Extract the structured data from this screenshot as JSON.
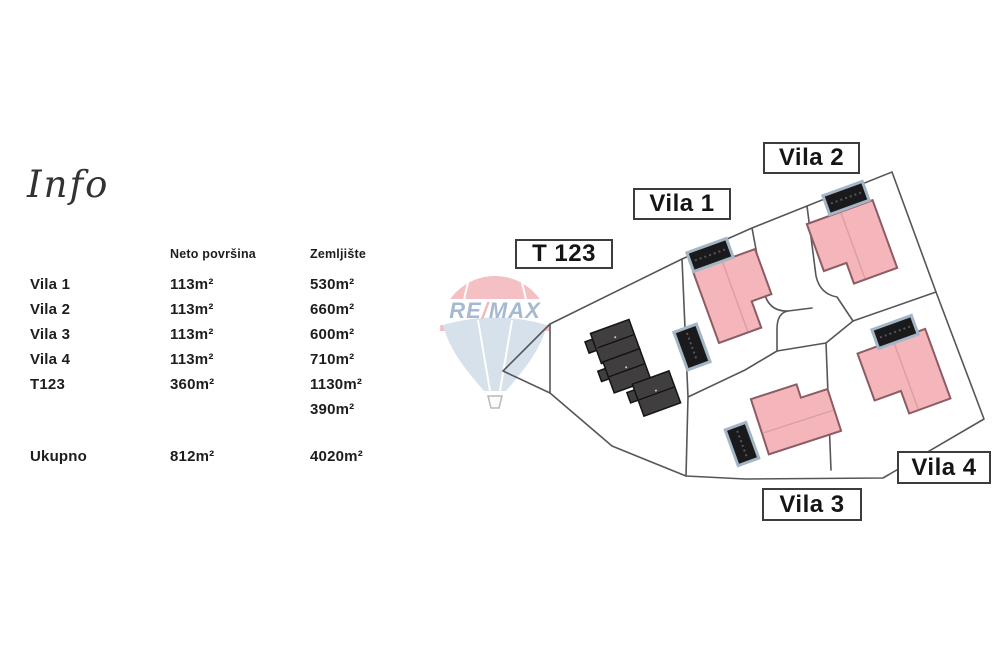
{
  "info": {
    "title": "Info",
    "columns": {
      "neto": "Neto površina",
      "zemljiste": "Zemljište"
    },
    "rows": [
      {
        "name": "Vila 1",
        "neto": "113m²",
        "zemljiste": "530m²"
      },
      {
        "name": "Vila 2",
        "neto": "113m²",
        "zemljiste": "660m²"
      },
      {
        "name": "Vila 3",
        "neto": "113m²",
        "zemljiste": "600m²"
      },
      {
        "name": "Vila 4",
        "neto": "113m²",
        "zemljiste": "710m²"
      },
      {
        "name": "T123",
        "neto": "360m²",
        "zemljiste": "1130m²"
      },
      {
        "name": "",
        "neto": "",
        "zemljiste": "390m²"
      }
    ],
    "total": {
      "name": "Ukupno",
      "neto": "812m²",
      "zemljiste": "4020m²"
    }
  },
  "plan": {
    "labels": {
      "t123": "T 123",
      "vila1": "Vila 1",
      "vila2": "Vila 2",
      "vila3": "Vila 3",
      "vila4": "Vila 4"
    },
    "watermark": {
      "re": "RE",
      "slash": "/",
      "max": "MAX"
    },
    "colors": {
      "house_fill": "#f5b6bb",
      "house_stroke": "#8b5c62",
      "building_fill": "#403e3f",
      "parking_fill": "#1a1a1c",
      "parking_border": "#a4b6c6",
      "parcel_line": "#57555a",
      "label_border": "#3c3c3c",
      "watermark_red": "#f4c0c4",
      "watermark_blue": "#a5b9d3",
      "watermark_envelope": "#d6e1ec"
    }
  }
}
